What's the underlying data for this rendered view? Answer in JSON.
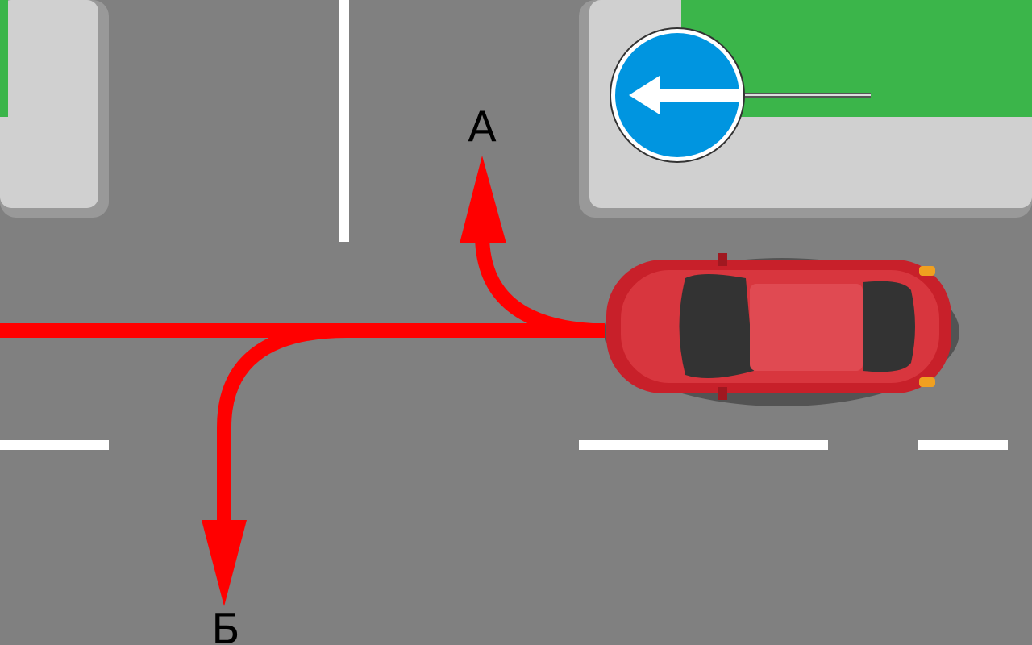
{
  "labels": {
    "a": "A",
    "b": "Б"
  },
  "sign": {
    "type": "keep-left-mandatory-sign"
  },
  "colors": {
    "road": "#808080",
    "sidewalk": "#d0d0d0",
    "curb": "#999999",
    "grass": "#3bb54a",
    "arrow": "#ff0000",
    "sign": "#0095e0",
    "car": "#c8202a"
  }
}
